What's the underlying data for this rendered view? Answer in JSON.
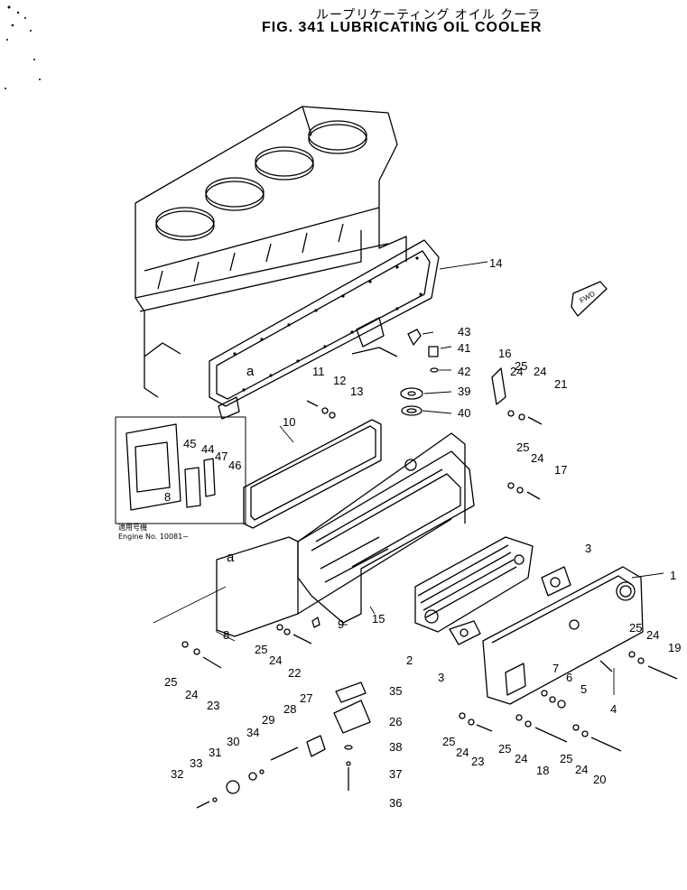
{
  "header": {
    "title_jp": "ループリケーティング オイル クーラ",
    "title_en": "FIG. 341  LUBRICATING OIL COOLER"
  },
  "inset": {
    "note_jp": "適用号機",
    "note_en": "Engine No. 10081~"
  },
  "fwd_label": "FWD",
  "callouts": [
    {
      "id": "1",
      "label": "1"
    },
    {
      "id": "2",
      "label": "2"
    },
    {
      "id": "3a",
      "label": "3"
    },
    {
      "id": "3b",
      "label": "3"
    },
    {
      "id": "4",
      "label": "4"
    },
    {
      "id": "5",
      "label": "5"
    },
    {
      "id": "6",
      "label": "6"
    },
    {
      "id": "7",
      "label": "7"
    },
    {
      "id": "8a",
      "label": "8"
    },
    {
      "id": "8b",
      "label": "8"
    },
    {
      "id": "9",
      "label": "9"
    },
    {
      "id": "10",
      "label": "10"
    },
    {
      "id": "11",
      "label": "11"
    },
    {
      "id": "12",
      "label": "12"
    },
    {
      "id": "13",
      "label": "13"
    },
    {
      "id": "14",
      "label": "14"
    },
    {
      "id": "15",
      "label": "15"
    },
    {
      "id": "16",
      "label": "16"
    },
    {
      "id": "17",
      "label": "17"
    },
    {
      "id": "18",
      "label": "18"
    },
    {
      "id": "19",
      "label": "19"
    },
    {
      "id": "20",
      "label": "20"
    },
    {
      "id": "21",
      "label": "21"
    },
    {
      "id": "22",
      "label": "22"
    },
    {
      "id": "23a",
      "label": "23"
    },
    {
      "id": "23b",
      "label": "23"
    },
    {
      "id": "24a",
      "label": "24"
    },
    {
      "id": "24b",
      "label": "24"
    },
    {
      "id": "24c",
      "label": "24"
    },
    {
      "id": "24d",
      "label": "24"
    },
    {
      "id": "24e",
      "label": "24"
    },
    {
      "id": "24f",
      "label": "24"
    },
    {
      "id": "24g",
      "label": "24"
    },
    {
      "id": "24h",
      "label": "24"
    },
    {
      "id": "24i",
      "label": "24"
    },
    {
      "id": "25a",
      "label": "25"
    },
    {
      "id": "25b",
      "label": "25"
    },
    {
      "id": "25c",
      "label": "25"
    },
    {
      "id": "25d",
      "label": "25"
    },
    {
      "id": "25e",
      "label": "25"
    },
    {
      "id": "25f",
      "label": "25"
    },
    {
      "id": "25g",
      "label": "25"
    },
    {
      "id": "25h",
      "label": "25"
    },
    {
      "id": "25i",
      "label": "25"
    },
    {
      "id": "26",
      "label": "26"
    },
    {
      "id": "27",
      "label": "27"
    },
    {
      "id": "28",
      "label": "28"
    },
    {
      "id": "29",
      "label": "29"
    },
    {
      "id": "30",
      "label": "30"
    },
    {
      "id": "31",
      "label": "31"
    },
    {
      "id": "32",
      "label": "32"
    },
    {
      "id": "33",
      "label": "33"
    },
    {
      "id": "34",
      "label": "34"
    },
    {
      "id": "35",
      "label": "35"
    },
    {
      "id": "36",
      "label": "36"
    },
    {
      "id": "37",
      "label": "37"
    },
    {
      "id": "38",
      "label": "38"
    },
    {
      "id": "39",
      "label": "39"
    },
    {
      "id": "40",
      "label": "40"
    },
    {
      "id": "41",
      "label": "41"
    },
    {
      "id": "42",
      "label": "42"
    },
    {
      "id": "43",
      "label": "43"
    },
    {
      "id": "44",
      "label": "44"
    },
    {
      "id": "45",
      "label": "45"
    },
    {
      "id": "46",
      "label": "46"
    },
    {
      "id": "47",
      "label": "47"
    },
    {
      "id": "a1",
      "label": "a"
    },
    {
      "id": "a2",
      "label": "a"
    }
  ]
}
